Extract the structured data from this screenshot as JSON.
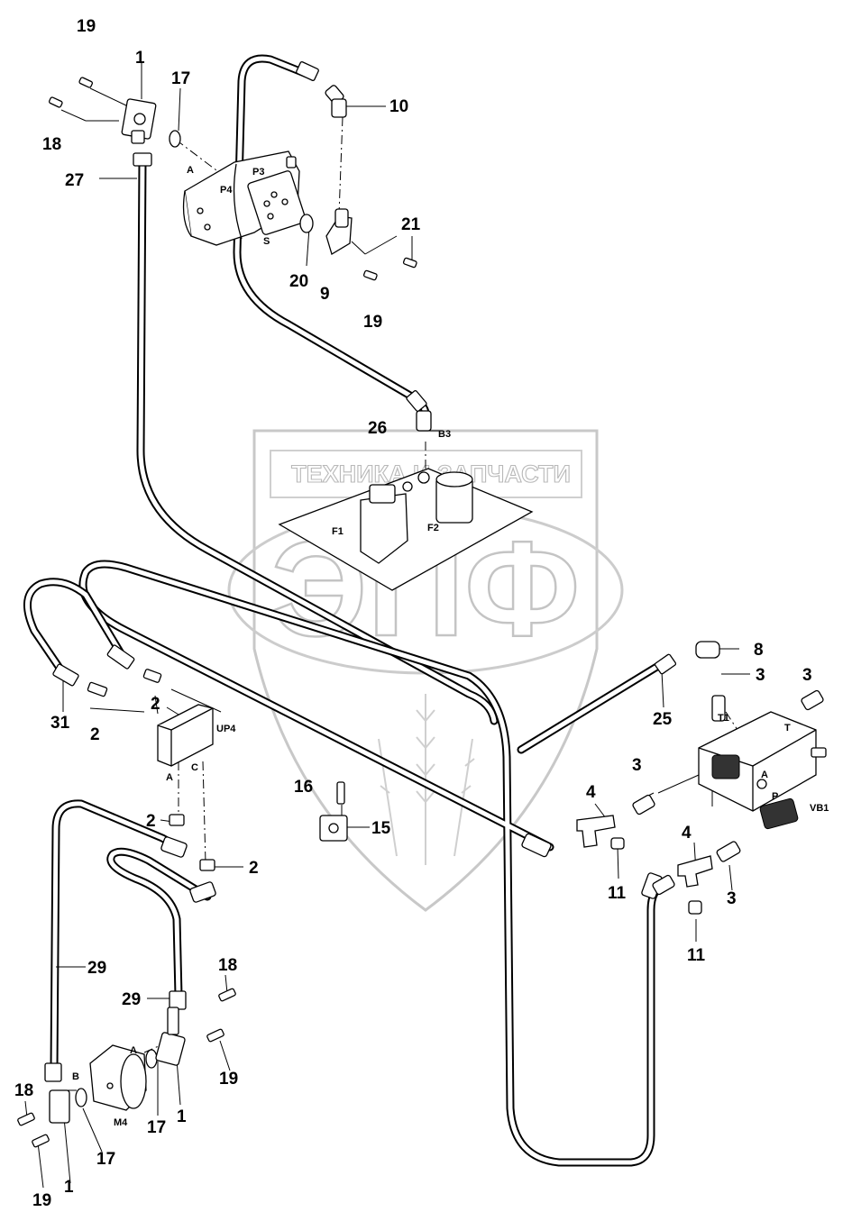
{
  "watermark": {
    "line1": "ТЕХНИКА И ЗАПЧАСТИ",
    "logo_text": "ЭПФ"
  },
  "callouts": [
    {
      "id": "c-19-a",
      "text": "19"
    },
    {
      "id": "c-1-a",
      "text": "1"
    },
    {
      "id": "c-17-a",
      "text": "17"
    },
    {
      "id": "c-18-a",
      "text": "18"
    },
    {
      "id": "c-27",
      "text": "27"
    },
    {
      "id": "c-10",
      "text": "10"
    },
    {
      "id": "c-21",
      "text": "21"
    },
    {
      "id": "c-20",
      "text": "20"
    },
    {
      "id": "c-9",
      "text": "9"
    },
    {
      "id": "c-19-b",
      "text": "19"
    },
    {
      "id": "c-26",
      "text": "26"
    },
    {
      "id": "c-8",
      "text": "8"
    },
    {
      "id": "c-3-a",
      "text": "3"
    },
    {
      "id": "c-3-b",
      "text": "3"
    },
    {
      "id": "c-25",
      "text": "25"
    },
    {
      "id": "c-3-c",
      "text": "3"
    },
    {
      "id": "c-4-a",
      "text": "4"
    },
    {
      "id": "c-4-b",
      "text": "4"
    },
    {
      "id": "c-11-a",
      "text": "11"
    },
    {
      "id": "c-3-d",
      "text": "3"
    },
    {
      "id": "c-11-b",
      "text": "11"
    },
    {
      "id": "c-31",
      "text": "31"
    },
    {
      "id": "c-2-a",
      "text": "2"
    },
    {
      "id": "c-2-b",
      "text": "2"
    },
    {
      "id": "c-16",
      "text": "16"
    },
    {
      "id": "c-15",
      "text": "15"
    },
    {
      "id": "c-2-c",
      "text": "2"
    },
    {
      "id": "c-2-d",
      "text": "2"
    },
    {
      "id": "c-29-a",
      "text": "29"
    },
    {
      "id": "c-18-b",
      "text": "18"
    },
    {
      "id": "c-29-b",
      "text": "29"
    },
    {
      "id": "c-19-c",
      "text": "19"
    },
    {
      "id": "c-18-c",
      "text": "18"
    },
    {
      "id": "c-17-b",
      "text": "17"
    },
    {
      "id": "c-1-b",
      "text": "1"
    },
    {
      "id": "c-17-c",
      "text": "17"
    },
    {
      "id": "c-19-d",
      "text": "19"
    },
    {
      "id": "c-1-c",
      "text": "1"
    }
  ],
  "port_labels": [
    {
      "id": "p-A-pump",
      "text": "A"
    },
    {
      "id": "p-P3",
      "text": "P3"
    },
    {
      "id": "p-P4",
      "text": "P4"
    },
    {
      "id": "p-S",
      "text": "S"
    },
    {
      "id": "p-B3",
      "text": "B3"
    },
    {
      "id": "p-F1",
      "text": "F1"
    },
    {
      "id": "p-F2",
      "text": "F2"
    },
    {
      "id": "p-UP4",
      "text": "UP4"
    },
    {
      "id": "p-A-up4",
      "text": "A"
    },
    {
      "id": "p-C-up4",
      "text": "C"
    },
    {
      "id": "p-T1",
      "text": "T1"
    },
    {
      "id": "p-T",
      "text": "T"
    },
    {
      "id": "p-A-vb1",
      "text": "A"
    },
    {
      "id": "p-P-vb1",
      "text": "P"
    },
    {
      "id": "p-VB1",
      "text": "VB1"
    },
    {
      "id": "p-A-m4",
      "text": "A"
    },
    {
      "id": "p-B-m4",
      "text": "B"
    },
    {
      "id": "p-M4",
      "text": "M4"
    }
  ]
}
